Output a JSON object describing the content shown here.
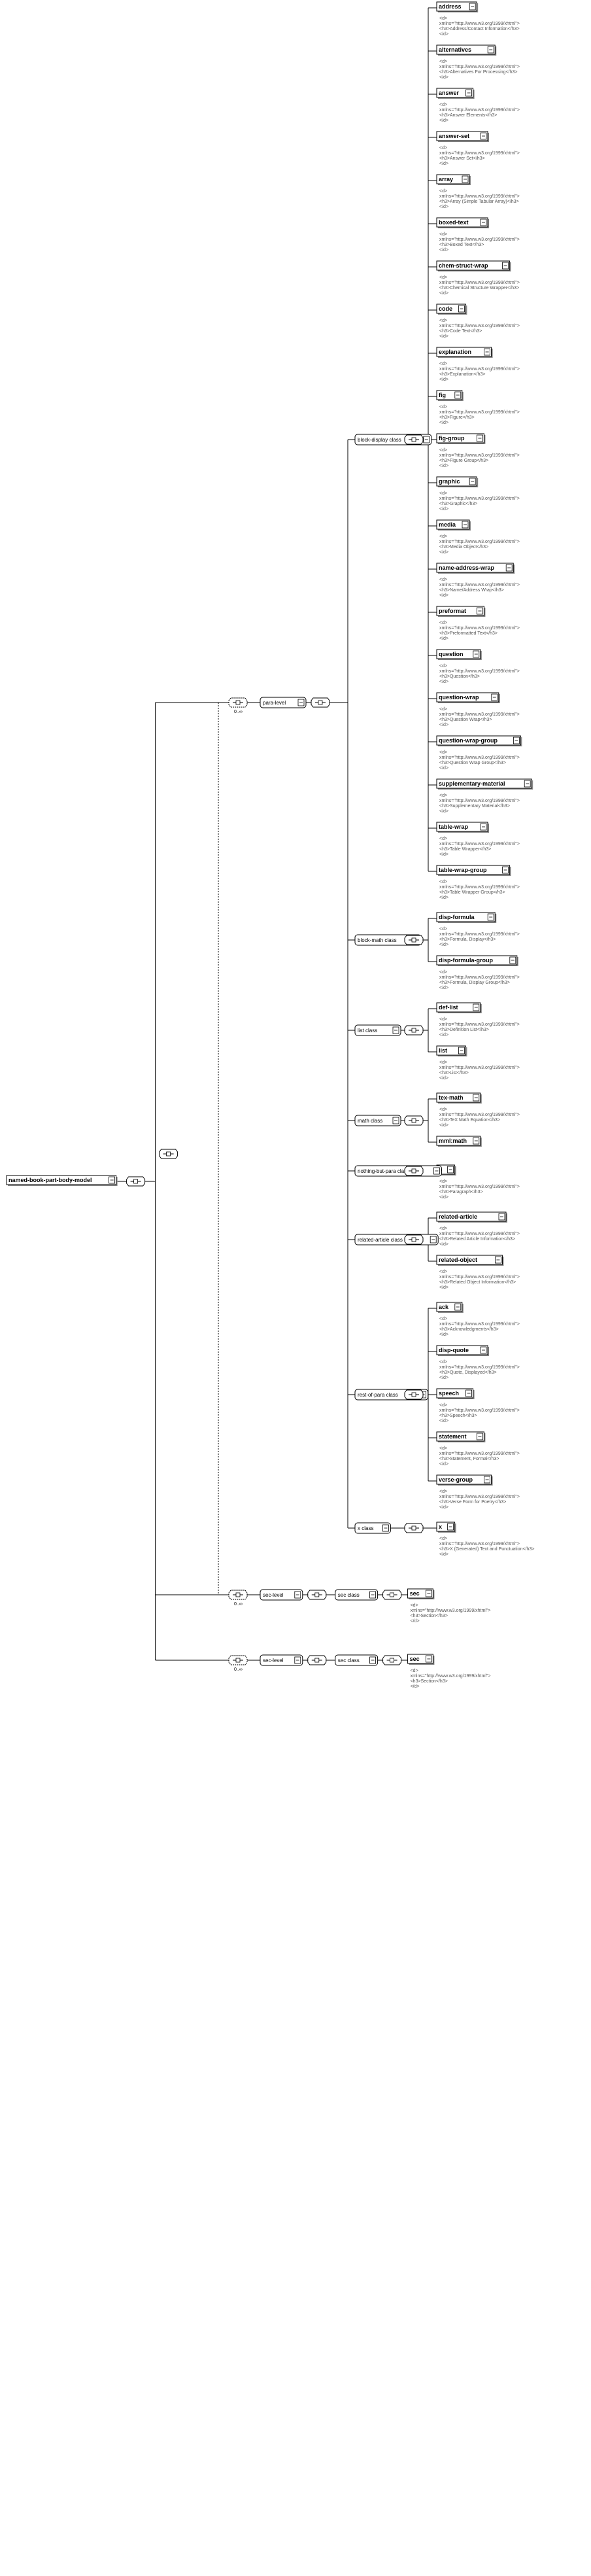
{
  "root": {
    "label": "named-book-part-body-model"
  },
  "group_label": "para-level",
  "sec_label": "sec-level",
  "multiplicity": "0..∞",
  "classes": [
    {
      "label": "block-display class",
      "elements": [
        {
          "name": "address",
          "doc": [
            "<d>",
            "xmlns=\"http://www.w3.org/1999/xhtml\">",
            "<h3>Address/Contact Information</h3>",
            "</d>"
          ]
        },
        {
          "name": "alternatives",
          "doc": [
            "<d>",
            "xmlns=\"http://www.w3.org/1999/xhtml\">",
            "<h3>Alternatives For Processing</h3>",
            "</d>"
          ]
        },
        {
          "name": "answer",
          "doc": [
            "<d>",
            "xmlns=\"http://www.w3.org/1999/xhtml\">",
            "<h3>Answer Elements</h3>",
            "</d>"
          ]
        },
        {
          "name": "answer-set",
          "doc": [
            "<d>",
            "xmlns=\"http://www.w3.org/1999/xhtml\">",
            "<h3>Answer Set</h3>",
            "</d>"
          ]
        },
        {
          "name": "array",
          "doc": [
            "<d>",
            "xmlns=\"http://www.w3.org/1999/xhtml\">",
            "<h3>Array (Simple Tabular Array)</h3>",
            "</d>"
          ]
        },
        {
          "name": "boxed-text",
          "doc": [
            "<d>",
            "xmlns=\"http://www.w3.org/1999/xhtml\">",
            "<h3>Boxed Text</h3>",
            "</d>"
          ]
        },
        {
          "name": "chem-struct-wrap",
          "doc": [
            "<d>",
            "xmlns=\"http://www.w3.org/1999/xhtml\">",
            "<h3>Chemical Structure Wrapper</h3>",
            "</d>"
          ]
        },
        {
          "name": "code",
          "doc": [
            "<d>",
            "xmlns=\"http://www.w3.org/1999/xhtml\">",
            "<h3>Code Text</h3>",
            "</d>"
          ]
        },
        {
          "name": "explanation",
          "doc": [
            "<d>",
            "xmlns=\"http://www.w3.org/1999/xhtml\">",
            "<h3>Explanation</h3>",
            "</d>"
          ]
        },
        {
          "name": "fig",
          "doc": [
            "<d>",
            "xmlns=\"http://www.w3.org/1999/xhtml\">",
            "<h3>Figure</h3>",
            "</d>"
          ]
        },
        {
          "name": "fig-group",
          "doc": [
            "<d>",
            "xmlns=\"http://www.w3.org/1999/xhtml\">",
            "<h3>Figure Group</h3>",
            "</d>"
          ]
        },
        {
          "name": "graphic",
          "doc": [
            "<d>",
            "xmlns=\"http://www.w3.org/1999/xhtml\">",
            "<h3>Graphic</h3>",
            "</d>"
          ]
        },
        {
          "name": "media",
          "doc": [
            "<d>",
            "xmlns=\"http://www.w3.org/1999/xhtml\">",
            "<h3>Media Object</h3>",
            "</d>"
          ]
        },
        {
          "name": "name-address-wrap",
          "doc": [
            "<d>",
            "xmlns=\"http://www.w3.org/1999/xhtml\">",
            "<h3>Name/Address Wrap</h3>",
            "</d>"
          ]
        },
        {
          "name": "preformat",
          "doc": [
            "<d>",
            "xmlns=\"http://www.w3.org/1999/xhtml\">",
            "<h3>Preformatted Text</h3>",
            "</d>"
          ]
        },
        {
          "name": "question",
          "doc": [
            "<d>",
            "xmlns=\"http://www.w3.org/1999/xhtml\">",
            "<h3>Question</h3>",
            "</d>"
          ]
        },
        {
          "name": "question-wrap",
          "doc": [
            "<d>",
            "xmlns=\"http://www.w3.org/1999/xhtml\">",
            "<h3>Question Wrap</h3>",
            "</d>"
          ]
        },
        {
          "name": "question-wrap-group",
          "doc": [
            "<d>",
            "xmlns=\"http://www.w3.org/1999/xhtml\">",
            "<h3>Question Wrap Group</h3>",
            "</d>"
          ]
        },
        {
          "name": "supplementary-material",
          "doc": [
            "<d>",
            "xmlns=\"http://www.w3.org/1999/xhtml\">",
            "<h3>Supplementary Material</h3>",
            "</d>"
          ]
        },
        {
          "name": "table-wrap",
          "doc": [
            "<d>",
            "xmlns=\"http://www.w3.org/1999/xhtml\">",
            "<h3>Table Wrapper</h3>",
            "</d>"
          ]
        },
        {
          "name": "table-wrap-group",
          "doc": [
            "<d>",
            "xmlns=\"http://www.w3.org/1999/xhtml\">",
            "<h3>Table Wrapper Group</h3>",
            "</d>"
          ]
        }
      ]
    },
    {
      "label": "block-math class",
      "elements": [
        {
          "name": "disp-formula",
          "doc": [
            "<d>",
            "xmlns=\"http://www.w3.org/1999/xhtml\">",
            "<h3>Formula, Display</h3>",
            "</d>"
          ]
        },
        {
          "name": "disp-formula-group",
          "doc": [
            "<d>",
            "xmlns=\"http://www.w3.org/1999/xhtml\">",
            "<h3>Formula, Display Group</h3>",
            "</d>"
          ]
        }
      ]
    },
    {
      "label": "list class",
      "elements": [
        {
          "name": "def-list",
          "doc": [
            "<d>",
            "xmlns=\"http://www.w3.org/1999/xhtml\">",
            "<h3>Definition List</h3>",
            "</d>"
          ]
        },
        {
          "name": "list",
          "doc": [
            "<d>",
            "xmlns=\"http://www.w3.org/1999/xhtml\">",
            "<h3>List</h3>",
            "</d>"
          ]
        }
      ]
    },
    {
      "label": "math class",
      "elements": [
        {
          "name": "tex-math",
          "doc": [
            "<d>",
            "xmlns=\"http://www.w3.org/1999/xhtml\">",
            "<h3>TeX Math Equation</h3>",
            "</d>"
          ]
        },
        {
          "name": "mml:math",
          "doc": []
        }
      ]
    },
    {
      "label": "nothing-but-para class",
      "elements": [
        {
          "name": "p",
          "doc": [
            "<d>",
            "xmlns=\"http://www.w3.org/1999/xhtml\">",
            "<h3>Paragraph</h3>",
            "</d>"
          ]
        }
      ]
    },
    {
      "label": "related-article class",
      "elements": [
        {
          "name": "related-article",
          "doc": [
            "<d>",
            "xmlns=\"http://www.w3.org/1999/xhtml\">",
            "<h3>Related Article Information</h3>",
            "</d>"
          ]
        },
        {
          "name": "related-object",
          "doc": [
            "<d>",
            "xmlns=\"http://www.w3.org/1999/xhtml\">",
            "<h3>Related Object Information</h3>",
            "</d>"
          ]
        }
      ]
    },
    {
      "label": "rest-of-para class",
      "elements": [
        {
          "name": "ack",
          "doc": [
            "<d>",
            "xmlns=\"http://www.w3.org/1999/xhtml\">",
            "<h3>Acknowledgments</h3>",
            "</d>"
          ]
        },
        {
          "name": "disp-quote",
          "doc": [
            "<d>",
            "xmlns=\"http://www.w3.org/1999/xhtml\">",
            "<h3>Quote, Displayed</h3>",
            "</d>"
          ]
        },
        {
          "name": "speech",
          "doc": [
            "<d>",
            "xmlns=\"http://www.w3.org/1999/xhtml\">",
            "<h3>Speech</h3>",
            "</d>"
          ]
        },
        {
          "name": "statement",
          "doc": [
            "<d>",
            "xmlns=\"http://www.w3.org/1999/xhtml\">",
            "<h3>Statement, Formal</h3>",
            "</d>"
          ]
        },
        {
          "name": "verse-group",
          "doc": [
            "<d>",
            "xmlns=\"http://www.w3.org/1999/xhtml\">",
            "<h3>Verse Form for Poetry</h3>",
            "</d>"
          ]
        }
      ]
    },
    {
      "label": "x class",
      "elements": [
        {
          "name": "x",
          "doc": [
            "<d>",
            "xmlns=\"http://www.w3.org/1999/xhtml\">",
            "<h3>X (Generated) Text and Punctuation</h3>",
            "</d>"
          ]
        }
      ]
    }
  ],
  "sec_rows": [
    {
      "sec_class": "sec class",
      "element": "sec",
      "doc": [
        "<d>",
        "xmlns=\"http://www.w3.org/1999/xhtml\">",
        "<h3>Section</h3>",
        "</d>"
      ]
    },
    {
      "sec_class": "sec class",
      "element": "sec",
      "doc": [
        "<d>",
        "xmlns=\"http://www.w3.org/1999/xhtml\">",
        "<h3>Section</h3>",
        "</d>"
      ]
    }
  ]
}
